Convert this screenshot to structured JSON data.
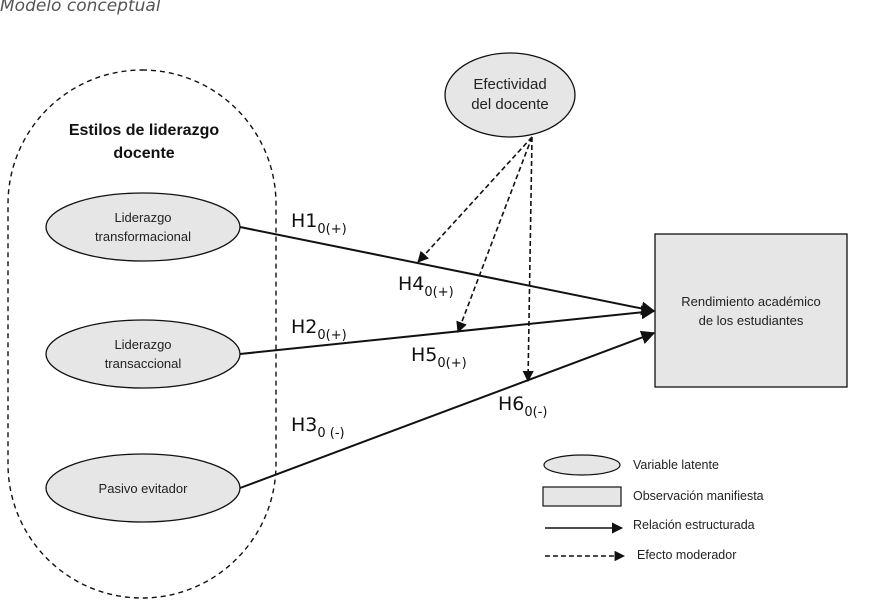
{
  "title": "Modelo conceptual",
  "group": {
    "label_line1": "Estilos de liderazgo",
    "label_line2": "docente"
  },
  "nodes": {
    "transformacional": {
      "line1": "Liderazgo",
      "line2": "transformacional"
    },
    "transaccional": {
      "line1": "Liderazgo",
      "line2": "transaccional"
    },
    "pasivo": {
      "line1": "Pasivo evitador"
    },
    "efectividad": {
      "line1": "Efectividad",
      "line2": "del docente"
    },
    "rendimiento": {
      "line1": "Rendimiento académico",
      "line2": "de los estudiantes"
    }
  },
  "hypotheses": [
    {
      "main": "H1",
      "sub": "0(+)"
    },
    {
      "main": "H2",
      "sub": "0(+)"
    },
    {
      "main": "H3",
      "sub": "0 (-)"
    },
    {
      "main": "H4",
      "sub": "0(+)"
    },
    {
      "main": "H5",
      "sub": "0(+)"
    },
    {
      "main": "H6",
      "sub": "0(-)"
    }
  ],
  "legend": {
    "latent": "Variable latente",
    "manifest": "Observación manifiesta",
    "structural": "Relación estructurada",
    "moderator": "Efecto moderador"
  },
  "colors": {
    "node_fill": "#e6e6e6",
    "stroke": "#111111"
  }
}
